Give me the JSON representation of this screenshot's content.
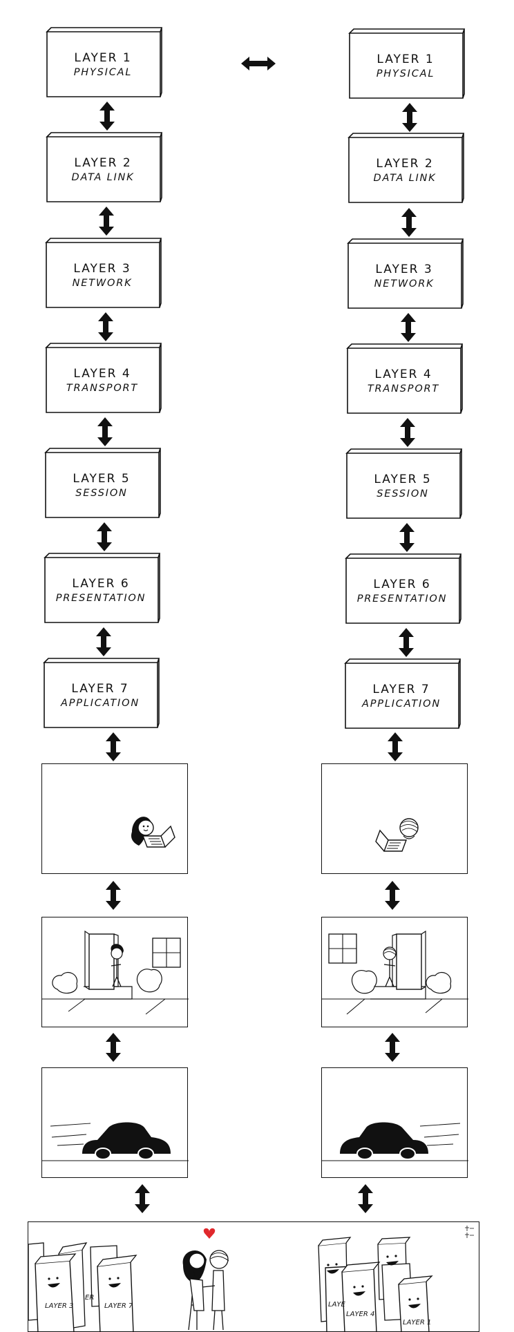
{
  "layers": [
    {
      "title": "LAYER 1",
      "subtitle": "PHYSICAL"
    },
    {
      "title": "LAYER 2",
      "subtitle": "DATA LINK"
    },
    {
      "title": "LAYER 3",
      "subtitle": "NETWORK"
    },
    {
      "title": "LAYER 4",
      "subtitle": "TRANSPORT"
    },
    {
      "title": "LAYER 5",
      "subtitle": "SESSION"
    },
    {
      "title": "LAYER 6",
      "subtitle": "PRESENTATION"
    },
    {
      "title": "LAYER 7",
      "subtitle": "APPLICATION"
    }
  ],
  "final_panel": {
    "box_labels": [
      "LAYER 3",
      "ER",
      "LAYER 7",
      "LAYE",
      "LAYER 4",
      "LAYER 1"
    ],
    "heart_color": "#e0282c"
  },
  "colors": {
    "ink": "#111111",
    "paper": "#ffffff"
  }
}
